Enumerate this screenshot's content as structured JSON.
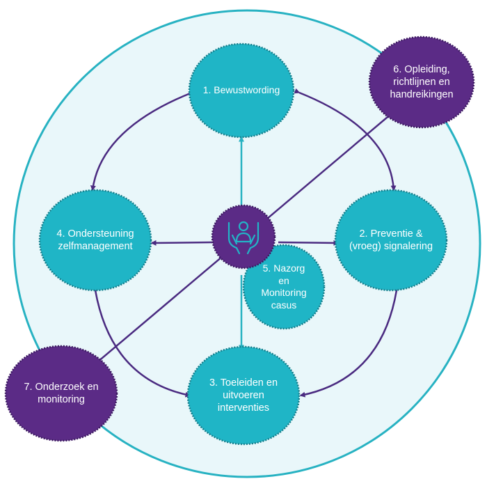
{
  "nodes": {
    "n1": {
      "label": "1. Bewustwording"
    },
    "n2": {
      "label": "2. Preventie &\n(vroeg) signalering"
    },
    "n3": {
      "label": "3. Toeleiden en\nuitvoeren\ninterventies"
    },
    "n4": {
      "label": "4. Ondersteuning\nzelfmanagement"
    },
    "n5": {
      "label": "5.  Nazorg\nen\nMonitoring\ncasus"
    },
    "n6": {
      "label": "6. Opleiding,\nrichtlijnen en\nhandreikingen"
    },
    "n7": {
      "label": "7. Onderzoek en\nmonitoring"
    }
  },
  "center_icon": "person-in-hands-icon",
  "colors": {
    "teal": "#1fb5c6",
    "teal_border": "#147d8a",
    "purple": "#5b2b86",
    "purple_border": "#3b1860",
    "arrow": "#4a2a80",
    "arrow_teal": "#27b2c2",
    "outer_fill": "#e9f7fa",
    "outer_stroke": "#27b2c2"
  }
}
